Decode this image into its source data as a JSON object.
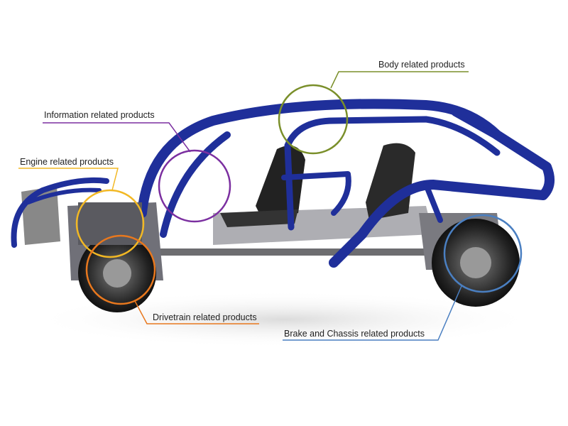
{
  "callouts": {
    "body": {
      "label": "Body related products",
      "color": "#7a8f2a"
    },
    "information": {
      "label": "Information related products",
      "color": "#7b2fa0"
    },
    "engine": {
      "label": "Engine related products",
      "color": "#f2b824"
    },
    "drivetrain": {
      "label": "Drivetrain related products",
      "color": "#e8781e"
    },
    "brake": {
      "label": "Brake and Chassis related products",
      "color": "#4a7fc1"
    }
  },
  "frame_color": "#1f2f9a"
}
